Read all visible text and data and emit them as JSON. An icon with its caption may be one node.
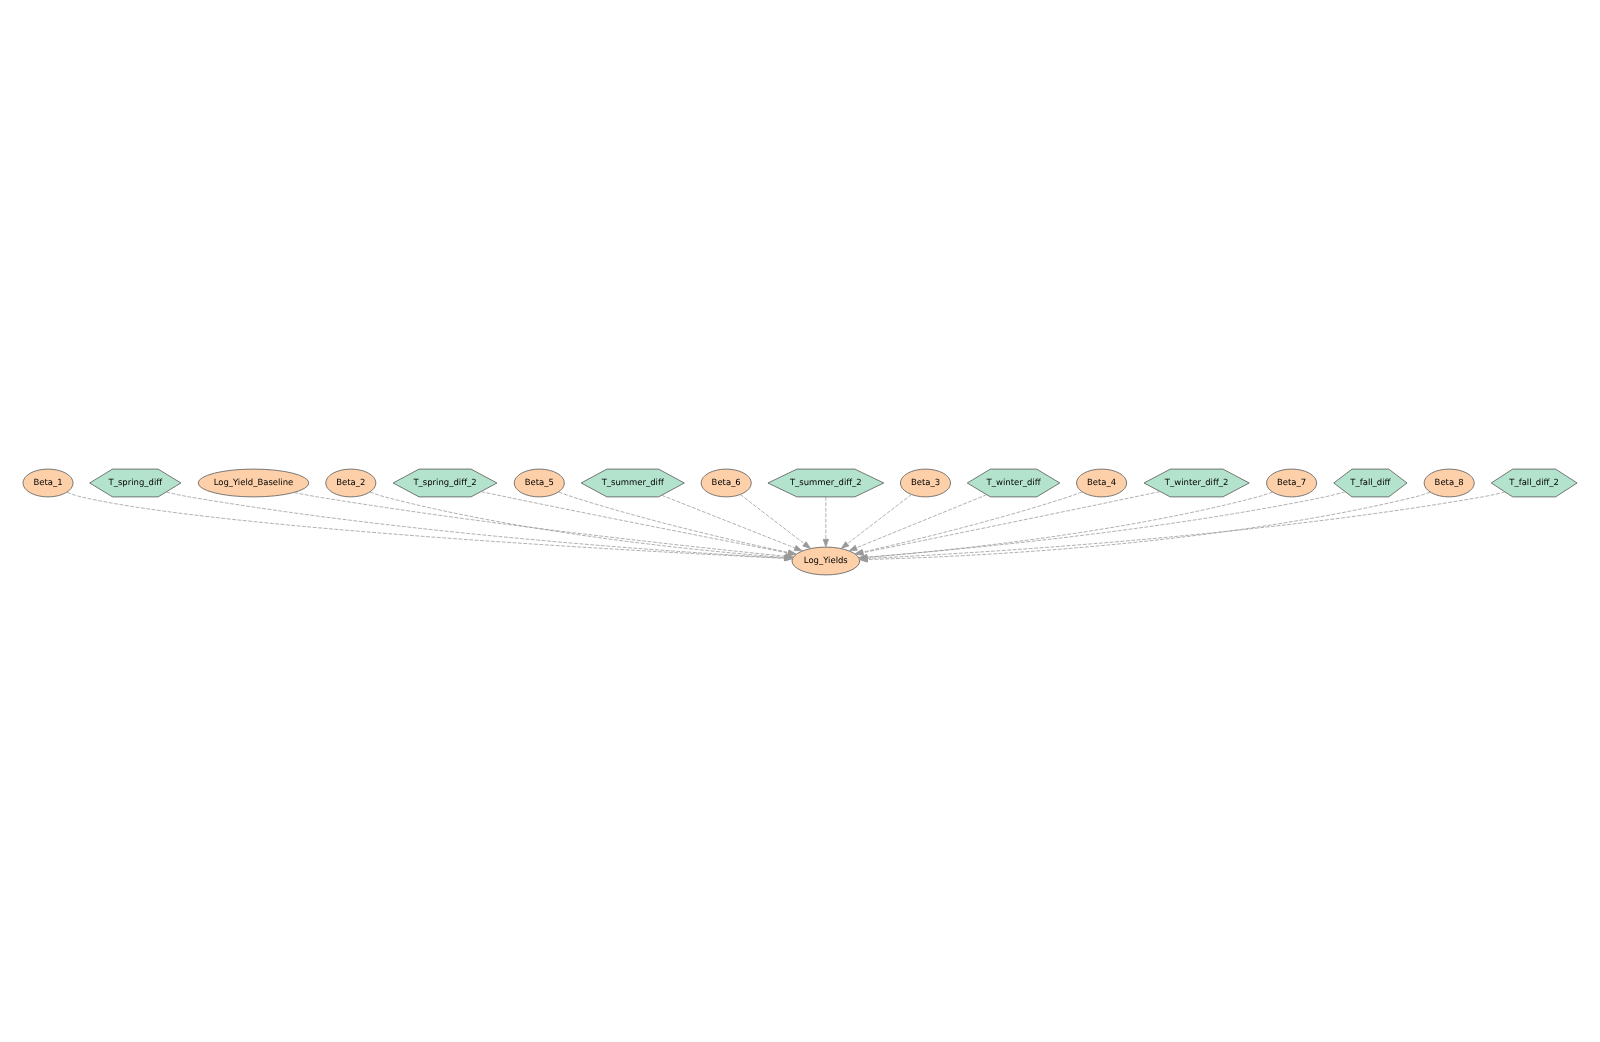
{
  "diagram": {
    "nodes": [
      {
        "text": [
          "Beta_1"
        ]
      },
      {
        "text": [
          "T_spring_diff"
        ]
      },
      {
        "text": [
          "Log_Yield_Baseline"
        ]
      },
      {
        "text": [
          "Beta_2"
        ]
      },
      {
        "text": [
          "T_spring_diff_2"
        ]
      },
      {
        "text": [
          "Beta_5"
        ]
      },
      {
        "text": [
          "T_summer_diff"
        ]
      },
      {
        "text": [
          "Beta_6"
        ]
      },
      {
        "text": [
          "T_summer_diff_2"
        ]
      },
      {
        "text": [
          "Beta_3"
        ]
      },
      {
        "text": [
          "T_winter_diff"
        ]
      },
      {
        "text": [
          "Beta_4"
        ]
      },
      {
        "text": [
          "T_winter_diff_2"
        ]
      },
      {
        "text": [
          "Log_Yields"
        ]
      },
      {
        "text": [
          "Beta_7"
        ]
      },
      {
        "text": [
          "T_fall_diff"
        ]
      },
      {
        "text": [
          "Beta_8"
        ]
      },
      {
        "text": [
          "T_fall_diff_2"
        ]
      }
    ],
    "edges": [
      {
        "from": 2,
        "to": 13,
        "arrow": "to"
      },
      {
        "from": 0,
        "to": 13,
        "arrow": "to"
      },
      {
        "from": 1,
        "to": 13,
        "arrow": "to"
      },
      {
        "from": 3,
        "to": 13,
        "arrow": "to"
      },
      {
        "from": 4,
        "to": 13,
        "arrow": "to"
      },
      {
        "from": 5,
        "to": 13,
        "arrow": "to"
      },
      {
        "from": 6,
        "to": 13,
        "arrow": "to"
      },
      {
        "from": 7,
        "to": 13,
        "arrow": "to"
      },
      {
        "from": 8,
        "to": 13,
        "arrow": "to"
      },
      {
        "from": 9,
        "to": 13,
        "arrow": "to"
      },
      {
        "from": 10,
        "to": 13,
        "arrow": "to"
      },
      {
        "from": 11,
        "to": 13,
        "arrow": "to"
      },
      {
        "from": 12,
        "to": 13,
        "arrow": "to"
      },
      {
        "from": 14,
        "to": 13,
        "arrow": "to"
      },
      {
        "from": 15,
        "to": 13,
        "arrow": "to"
      },
      {
        "from": 16,
        "to": 13,
        "arrow": "to"
      },
      {
        "from": 17,
        "to": 13,
        "arrow": "to"
      }
    ]
  }
}
